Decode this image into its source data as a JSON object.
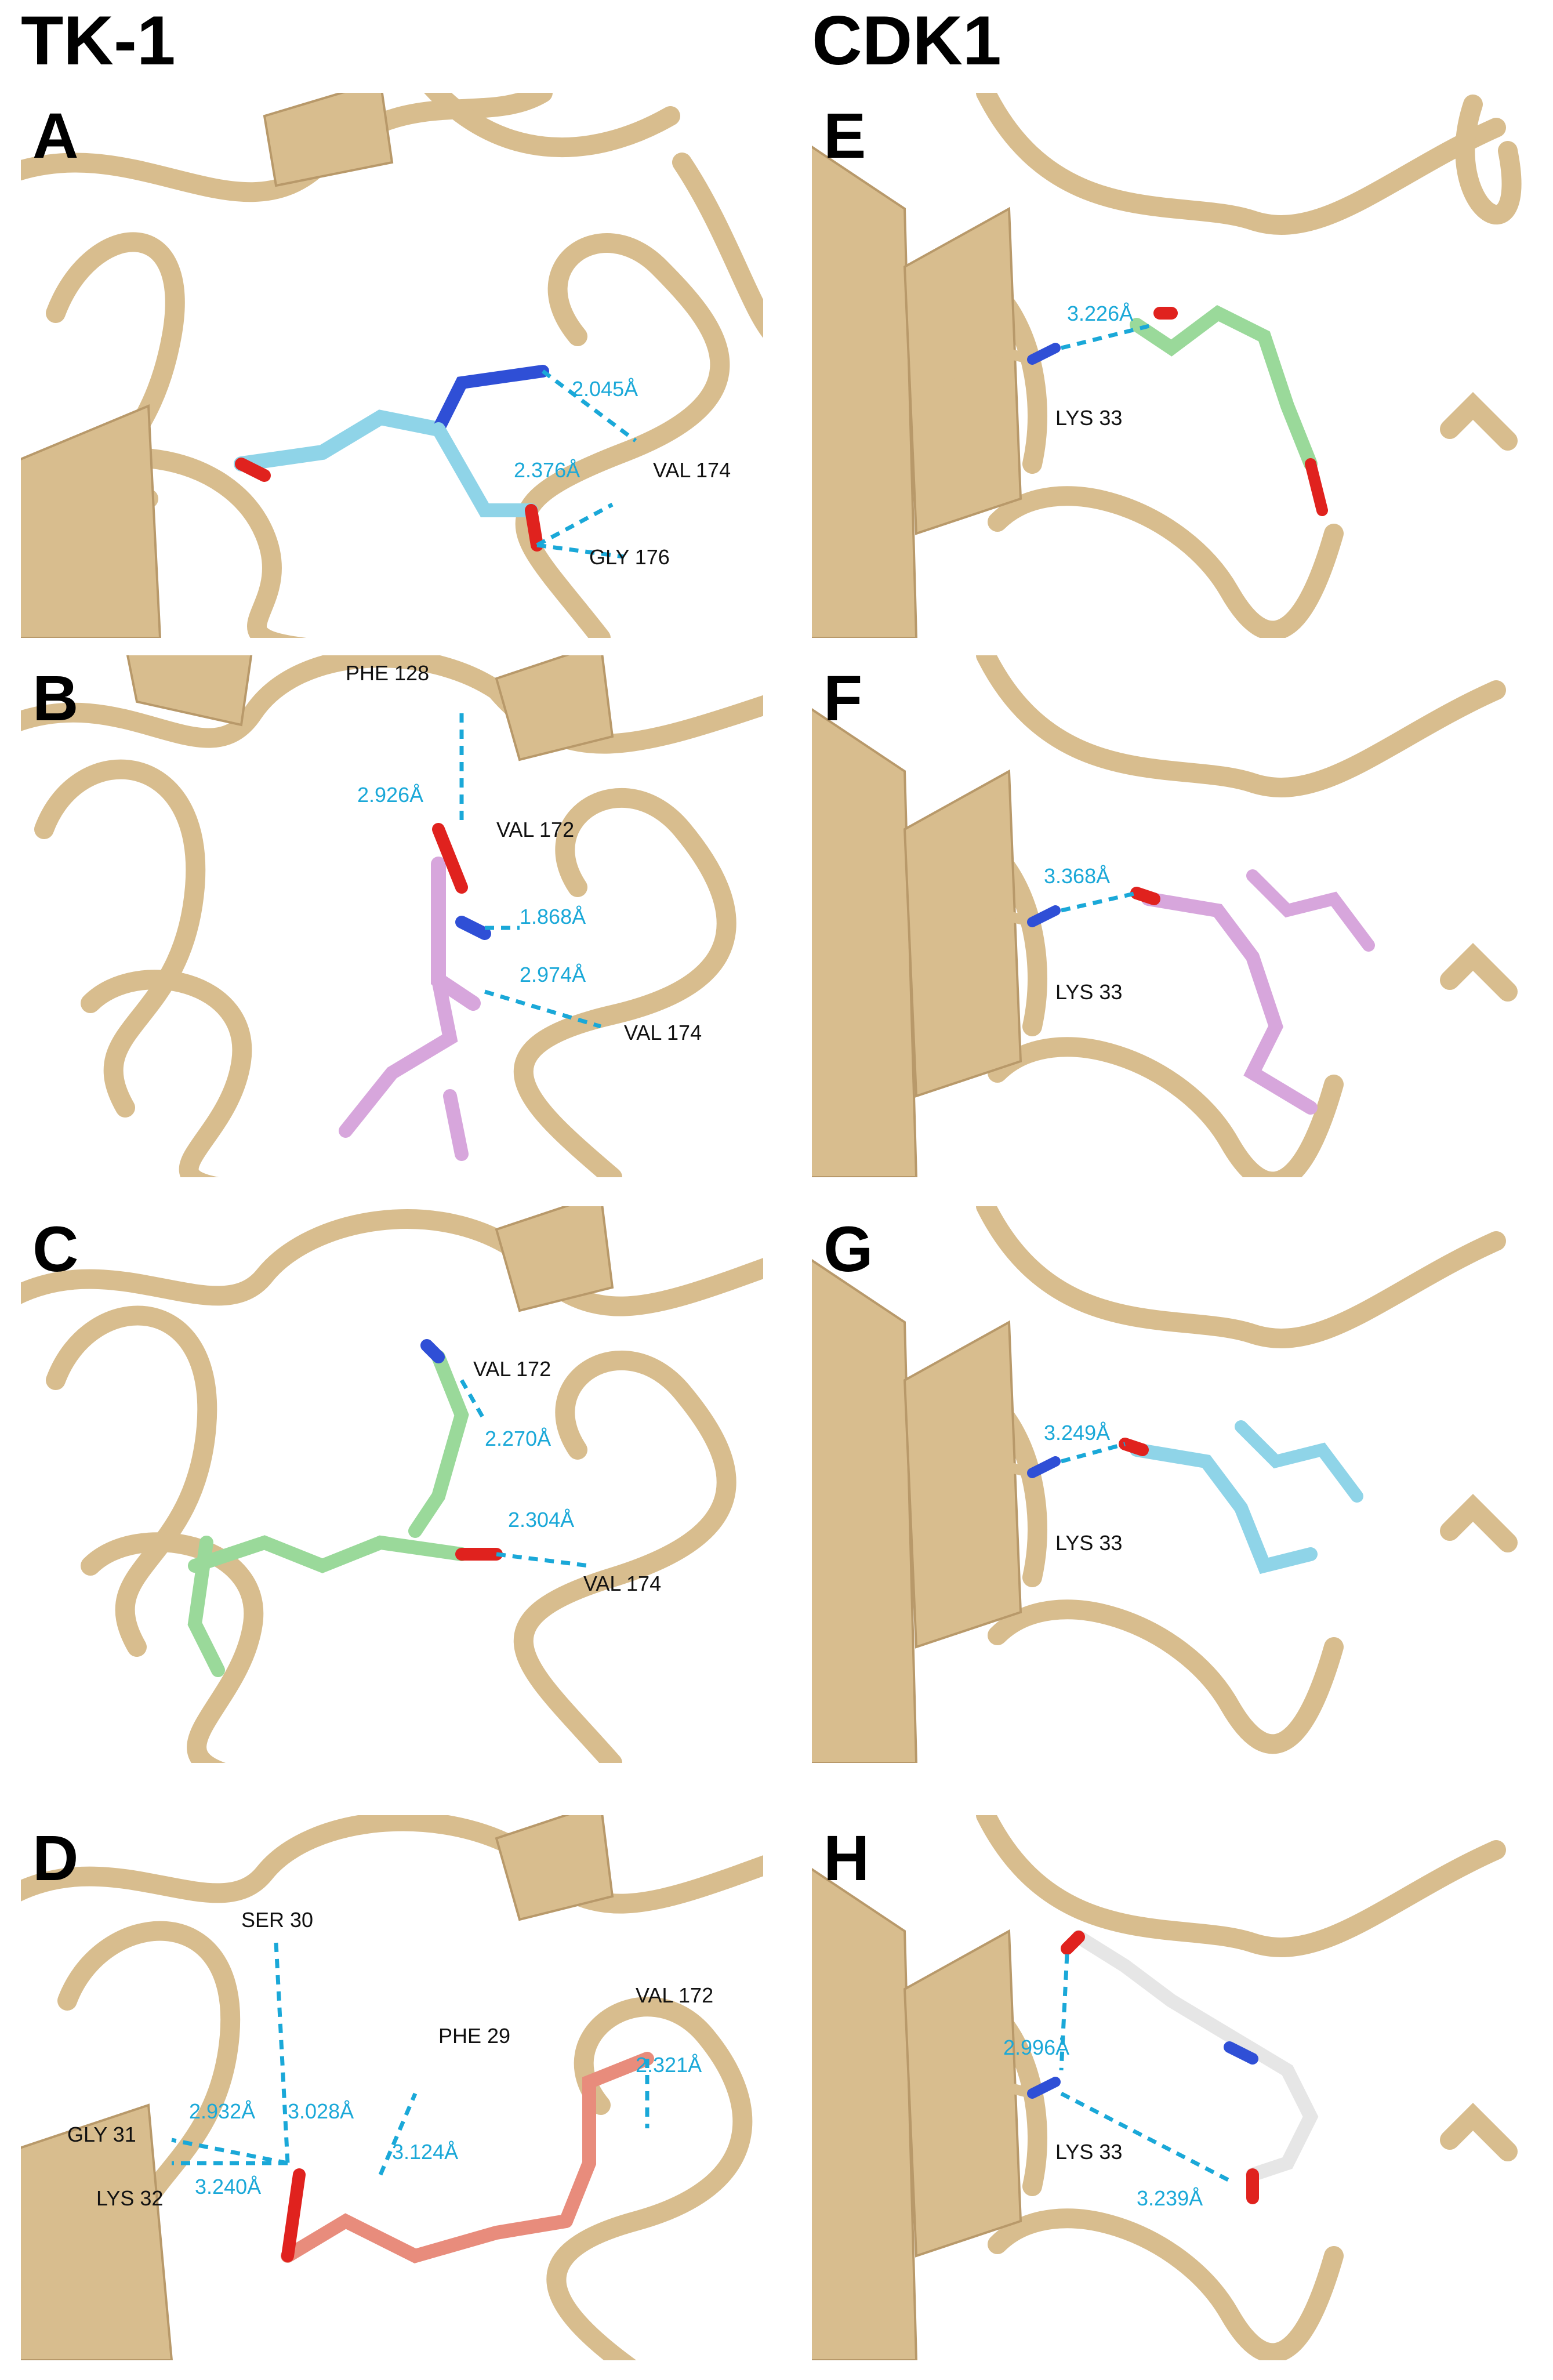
{
  "columns": [
    {
      "title": "TK-1"
    },
    {
      "title": "CDK1"
    }
  ],
  "panels": [
    {
      "letter": "A",
      "color": "#8fd4e8",
      "residues": [
        "VAL 174",
        "GLY 176"
      ],
      "distances": [
        "2.045Å",
        "2.376Å"
      ]
    },
    {
      "letter": "B",
      "color": "#d7a6dc",
      "residues": [
        "PHE 128",
        "VAL 172",
        "VAL 174"
      ],
      "distances": [
        "2.926Å",
        "1.868Å",
        "2.974Å"
      ]
    },
    {
      "letter": "C",
      "color": "#9ad99a",
      "residues": [
        "VAL 172",
        "VAL 174"
      ],
      "distances": [
        "2.270Å",
        "2.304Å"
      ]
    },
    {
      "letter": "D",
      "color": "#e88c7c",
      "residues": [
        "SER 30",
        "PHE 29",
        "VAL 172",
        "GLY 31",
        "LYS 32"
      ],
      "distances": [
        "2.932Å",
        "3.028Å",
        "3.124Å",
        "2.321Å",
        "3.240Å"
      ]
    },
    {
      "letter": "E",
      "color": "#9ad99a",
      "residues": [
        "LYS 33"
      ],
      "distances": [
        "3.226Å"
      ]
    },
    {
      "letter": "F",
      "color": "#d7a6dc",
      "residues": [
        "LYS 33"
      ],
      "distances": [
        "3.368Å"
      ]
    },
    {
      "letter": "G",
      "color": "#8fd4e8",
      "residues": [
        "LYS 33"
      ],
      "distances": [
        "3.249Å"
      ]
    },
    {
      "letter": "H",
      "color": "#e6e6e6",
      "residues": [
        "LYS 33"
      ],
      "distances": [
        "2.996Å",
        "3.239Å"
      ]
    }
  ],
  "theme": {
    "ribbon": "#d8bd8e",
    "ribbon_dark": "#b8996a",
    "hbond": "#1aa8d8",
    "oxygen": "#e0221e",
    "nitrogen": "#2f4fd6"
  }
}
